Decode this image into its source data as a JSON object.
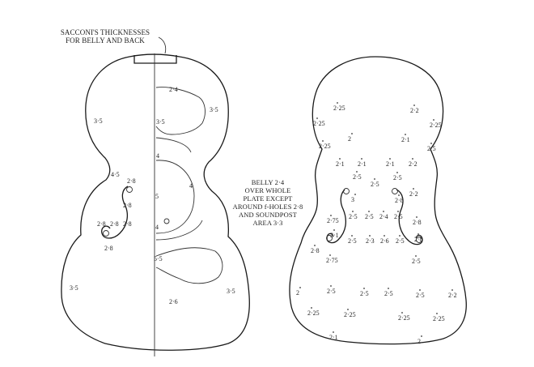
{
  "title": {
    "line1": "SACCONI'S THICKNESSES",
    "line2": "FOR BELLY AND BACK"
  },
  "belly_note": {
    "line1": "BELLY 2·4",
    "line2": "OVER WHOLE",
    "line3": "PLATE EXCEPT",
    "line4": "AROUND f-HOLES 2·8",
    "line5": "AND SOUNDPOST",
    "line6": "AREA 3·3"
  },
  "left_plate_values": [
    "2·4",
    "3·5",
    "3·5",
    "3·5",
    "4",
    "4·5",
    "2·8",
    "2·8",
    "4",
    "5",
    "4",
    "2·8",
    "2·8",
    "2·8",
    "2·8",
    "5·5",
    "3·5",
    "3·5",
    "2·6"
  ],
  "right_plate_values": [
    "2·25",
    "2·2",
    "2·25",
    "2·25",
    "2",
    "2·1",
    "2·25",
    "2·5",
    "2·1",
    "2·1",
    "2·1",
    "2·2",
    "2·5",
    "2·5",
    "2·5",
    "3",
    "2·2",
    "2·8",
    "2·75",
    "2·5",
    "2·5",
    "2·4",
    "2·5",
    "2·8",
    "3·1",
    "2·5",
    "2·3",
    "2·6",
    "2·5",
    "2·8",
    "2·8",
    "2·75",
    "2·5",
    "2",
    "2·5",
    "2·5",
    "2·5",
    "2·5",
    "2·2",
    "2·25",
    "2·25",
    "2·25",
    "2·25",
    "2·1",
    "2"
  ]
}
